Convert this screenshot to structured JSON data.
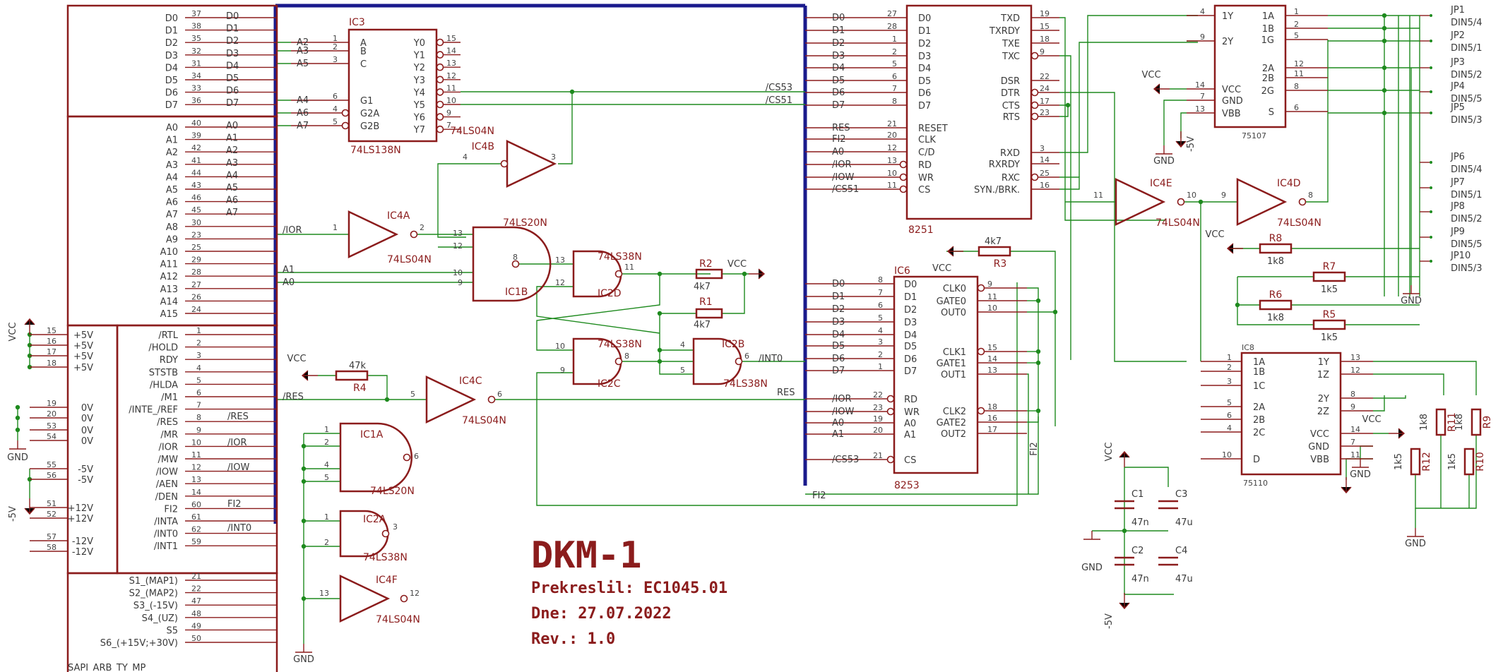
{
  "connector": {
    "name": "SAPI_ARB_TY_MP",
    "data_pins": [
      [
        "D0",
        "37"
      ],
      [
        "D1",
        "38"
      ],
      [
        "D2",
        "35"
      ],
      [
        "D3",
        "32"
      ],
      [
        "D4",
        "31"
      ],
      [
        "D5",
        "34"
      ],
      [
        "D6",
        "33"
      ],
      [
        "D7",
        "36"
      ]
    ],
    "addr_pins": [
      [
        "A0",
        "40"
      ],
      [
        "A1",
        "39"
      ],
      [
        "A2",
        "42"
      ],
      [
        "A3",
        "41"
      ],
      [
        "A4",
        "44"
      ],
      [
        "A5",
        "43"
      ],
      [
        "A6",
        "46"
      ],
      [
        "A7",
        "45"
      ],
      [
        "A8",
        "30"
      ],
      [
        "A9",
        "23"
      ],
      [
        "A10",
        "25"
      ],
      [
        "A11",
        "29"
      ],
      [
        "A12",
        "28"
      ],
      [
        "A13",
        "27"
      ],
      [
        "A14",
        "26"
      ],
      [
        "A15",
        "24"
      ]
    ],
    "power_left": [
      [
        "+5V",
        "15"
      ],
      [
        "+5V",
        "16"
      ],
      [
        "+5V",
        "17"
      ],
      [
        "+5V",
        "18"
      ],
      [
        "0V",
        "19"
      ],
      [
        "0V",
        "20"
      ],
      [
        "0V",
        "53"
      ],
      [
        "0V",
        "54"
      ],
      [
        "-5V",
        "55"
      ],
      [
        "-5V",
        "56"
      ],
      [
        "+12V",
        "51"
      ],
      [
        "+12V",
        "52"
      ],
      [
        "-12V",
        "57"
      ],
      [
        "-12V",
        "58"
      ]
    ],
    "ctrl_pins": [
      [
        "/RTL",
        "1"
      ],
      [
        "/HOLD",
        "2"
      ],
      [
        "RDY",
        "3"
      ],
      [
        "STSTB",
        "4"
      ],
      [
        "/HLDA",
        "5"
      ],
      [
        "/M1",
        "6"
      ],
      [
        "/INTE_/REF",
        "7"
      ],
      [
        "/RES",
        "8"
      ],
      [
        "/MR",
        "9"
      ],
      [
        "/IOR",
        "10"
      ],
      [
        "/MW",
        "11"
      ],
      [
        "/IOW",
        "12"
      ],
      [
        "/AEN",
        "13"
      ],
      [
        "/DEN",
        "14"
      ],
      [
        "FI2",
        "60"
      ],
      [
        "/INTA",
        "61"
      ],
      [
        "/INT0",
        "62"
      ],
      [
        "/INT1",
        "59"
      ]
    ],
    "sel_pins": [
      [
        "S1_(MAP1)",
        "21"
      ],
      [
        "S2_(MAP2)",
        "22"
      ],
      [
        "S3_(-15V)",
        "47"
      ],
      [
        "S4_(UZ)",
        "48"
      ],
      [
        "S5",
        "49"
      ],
      [
        "S6_(+15V;+30V)",
        "50"
      ]
    ],
    "rail_vcc": "VCC",
    "rail_gnd": "GND",
    "rail_m5": "-5V"
  },
  "nets": {
    "d": [
      "D0",
      "D1",
      "D2",
      "D3",
      "D4",
      "D5",
      "D6",
      "D7"
    ],
    "a": [
      "A0",
      "A1",
      "A2",
      "A3",
      "A4",
      "A5",
      "A6",
      "A7"
    ],
    "ior": "/IOR",
    "iow": "/IOW",
    "res": "/RES",
    "fi2": "FI2",
    "int0": "/INT0",
    "cs53": "/CS53",
    "cs51": "/CS51",
    "res_pos": "RES",
    "vcc": "VCC",
    "gnd": "GND",
    "m5": "-5V"
  },
  "ic3": {
    "ref": "IC3",
    "part": "74LS138N",
    "inputs": [
      [
        "A",
        "1",
        "A2"
      ],
      [
        "B",
        "2",
        "A3"
      ],
      [
        "C",
        "3",
        "A5"
      ],
      [
        "G1",
        "6",
        "A4"
      ],
      [
        "G2A",
        "4",
        "A6"
      ],
      [
        "G2B",
        "5",
        "A7"
      ]
    ],
    "outputs": [
      [
        "Y0",
        "15"
      ],
      [
        "Y1",
        "14"
      ],
      [
        "Y2",
        "13"
      ],
      [
        "Y3",
        "12"
      ],
      [
        "Y4",
        "11"
      ],
      [
        "Y5",
        "10"
      ],
      [
        "Y6",
        "9"
      ],
      [
        "Y7",
        "7"
      ]
    ]
  },
  "gates": {
    "ic4a": {
      "ref": "IC4A",
      "part": "74LS04N",
      "pins": [
        "1",
        "2"
      ]
    },
    "ic4b": {
      "ref": "IC4B",
      "part": "74LS04N",
      "pins": [
        "4",
        "3"
      ]
    },
    "ic4c": {
      "ref": "IC4C",
      "part": "74LS04N",
      "pins": [
        "5",
        "6"
      ]
    },
    "ic4d": {
      "ref": "IC4D",
      "part": "74LS04N",
      "pins": [
        "9",
        "8"
      ]
    },
    "ic4e": {
      "ref": "IC4E",
      "part": "74LS04N",
      "pins": [
        "11",
        "10"
      ]
    },
    "ic4f": {
      "ref": "IC4F",
      "part": "74LS04N",
      "pins": [
        "13",
        "12"
      ]
    },
    "ic1b": {
      "ref": "IC1B",
      "part": "74LS20N",
      "pins": [
        "13",
        "12",
        "10",
        "9",
        "8"
      ]
    },
    "ic1a": {
      "ref": "IC1A",
      "part": "74LS20N",
      "pins": [
        "1",
        "2",
        "4",
        "5",
        "6"
      ]
    },
    "ic2d": {
      "ref": "IC2D",
      "part": "74LS38N",
      "pins": [
        "13",
        "12",
        "11"
      ]
    },
    "ic2c": {
      "ref": "IC2C",
      "part": "74LS38N",
      "pins": [
        "10",
        "9",
        "8"
      ]
    },
    "ic2b": {
      "ref": "IC2B",
      "part": "74LS38N",
      "pins": [
        "4",
        "5",
        "6"
      ]
    },
    "ic2a": {
      "ref": "IC2A",
      "part": "74LS38N",
      "pins": [
        "1",
        "2",
        "3"
      ]
    }
  },
  "ic8251": {
    "part": "8251",
    "left": [
      [
        "D0",
        "27"
      ],
      [
        "D1",
        "28"
      ],
      [
        "D2",
        "1"
      ],
      [
        "D3",
        "2"
      ],
      [
        "D4",
        "5"
      ],
      [
        "D5",
        "6"
      ],
      [
        "D6",
        "7"
      ],
      [
        "D7",
        "8"
      ],
      [
        "RESET",
        "21"
      ],
      [
        "CLK",
        "20"
      ],
      [
        "C/D",
        "12"
      ],
      [
        "RD",
        "13"
      ],
      [
        "WR",
        "10"
      ],
      [
        "CS",
        "11"
      ]
    ],
    "left_nets": [
      "D0",
      "D1",
      "D2",
      "D3",
      "D4",
      "D5",
      "D6",
      "D7",
      "RES",
      "FI2",
      "A0",
      "/IOR",
      "/IOW",
      "/CS51"
    ],
    "right": [
      [
        "TXD",
        "19"
      ],
      [
        "TXRDY",
        "15"
      ],
      [
        "TXE",
        "18"
      ],
      [
        "TXC",
        "9"
      ],
      [
        "DSR",
        "22"
      ],
      [
        "DTR",
        "24"
      ],
      [
        "CTS",
        "17"
      ],
      [
        "RTS",
        "23"
      ],
      [
        "RXD",
        "3"
      ],
      [
        "RXRDY",
        "14"
      ],
      [
        "RXC",
        "25"
      ],
      [
        "SYN./BRK.",
        "16"
      ]
    ]
  },
  "ic8253": {
    "ref": "IC6",
    "part": "8253",
    "vcc": "VCC",
    "left": [
      [
        "D0",
        "8"
      ],
      [
        "D1",
        "7"
      ],
      [
        "D2",
        "6"
      ],
      [
        "D3",
        "5"
      ],
      [
        "D4",
        "4"
      ],
      [
        "D5",
        "3"
      ],
      [
        "D6",
        "2"
      ],
      [
        "D7",
        "1"
      ],
      [
        "RD",
        "22"
      ],
      [
        "WR",
        "23"
      ],
      [
        "A0",
        "19"
      ],
      [
        "A1",
        "20"
      ],
      [
        "CS",
        "21"
      ]
    ],
    "left_nets": [
      "D0",
      "D1",
      "D2",
      "D3",
      "D4",
      "D5",
      "D6",
      "D7",
      "/IOR",
      "/IOW",
      "A0",
      "A1",
      "/CS53"
    ],
    "right": [
      [
        "CLK0",
        "9"
      ],
      [
        "GATE0",
        "11"
      ],
      [
        "OUT0",
        "10"
      ],
      [
        "CLK1",
        "15"
      ],
      [
        "GATE1",
        "14"
      ],
      [
        "OUT1",
        "13"
      ],
      [
        "CLK2",
        "18"
      ],
      [
        "GATE2",
        "16"
      ],
      [
        "OUT2",
        "17"
      ]
    ]
  },
  "ic75107": {
    "part": "75107",
    "left": [
      [
        "1Y",
        "4"
      ],
      [
        "2Y",
        "9"
      ],
      [
        "VCC",
        "14"
      ],
      [
        "GND",
        "7"
      ],
      [
        "VBB",
        "13"
      ]
    ],
    "right": [
      [
        "1A",
        "1"
      ],
      [
        "1B",
        "2"
      ],
      [
        "1G",
        "5"
      ],
      [
        "2A",
        "12"
      ],
      [
        "2B",
        "11"
      ],
      [
        "2G",
        "8"
      ],
      [
        "S",
        "6"
      ]
    ]
  },
  "ic75110": {
    "ref": "IC8",
    "part": "75110",
    "left": [
      [
        "1A",
        "1"
      ],
      [
        "1B",
        "2"
      ],
      [
        "1C",
        "3"
      ],
      [
        "2A",
        "5"
      ],
      [
        "2B",
        "6"
      ],
      [
        "2C",
        "4"
      ],
      [
        "D",
        "10"
      ]
    ],
    "right": [
      [
        "1Y",
        "13"
      ],
      [
        "1Z",
        "12"
      ],
      [
        "2Y",
        "8"
      ],
      [
        "2Z",
        "9"
      ],
      [
        "VCC",
        "14"
      ],
      [
        "GND",
        "7"
      ],
      [
        "VBB",
        "11"
      ]
    ]
  },
  "resistors": {
    "r1": [
      "R1",
      "4k7"
    ],
    "r2": [
      "R2",
      "4k7"
    ],
    "r3": [
      "R3",
      "4k7"
    ],
    "r4": [
      "R4",
      "47k"
    ],
    "r5": [
      "R5",
      "1k5"
    ],
    "r6": [
      "R6",
      "1k8"
    ],
    "r7": [
      "R7",
      "1k5"
    ],
    "r8": [
      "R8",
      "1k8"
    ],
    "r9": [
      "R9",
      "1k8"
    ],
    "r10": [
      "R10",
      "1k5"
    ],
    "r11": [
      "R11",
      "1k8"
    ],
    "r12": [
      "R12",
      "1k5"
    ]
  },
  "caps": {
    "c1": [
      "C1",
      "47n"
    ],
    "c2": [
      "C2",
      "47n"
    ],
    "c3": [
      "C3",
      "47u"
    ],
    "c4": [
      "C4",
      "47u"
    ]
  },
  "jumpers": [
    [
      "JP1",
      "DIN5/4"
    ],
    [
      "JP2",
      "DIN5/1"
    ],
    [
      "JP3",
      "DIN5/2"
    ],
    [
      "JP4",
      "DIN5/5"
    ],
    [
      "JP5",
      "DIN5/3"
    ],
    [
      "JP6",
      "DIN5/4"
    ],
    [
      "JP7",
      "DIN5/1"
    ],
    [
      "JP8",
      "DIN5/2"
    ],
    [
      "JP9",
      "DIN5/5"
    ],
    [
      "JP10",
      "DIN5/3"
    ]
  ],
  "title": {
    "name": "DKM-1",
    "redrawn": "Prekreslil: EC1045.01",
    "date": "Dne: 27.07.2022",
    "rev": "Rev.: 1.0"
  },
  "colors": {
    "part": "#8b1c1c",
    "wire": "#1e8a1e",
    "bus": "#1a1a8c",
    "text": "#3a3a3a"
  }
}
